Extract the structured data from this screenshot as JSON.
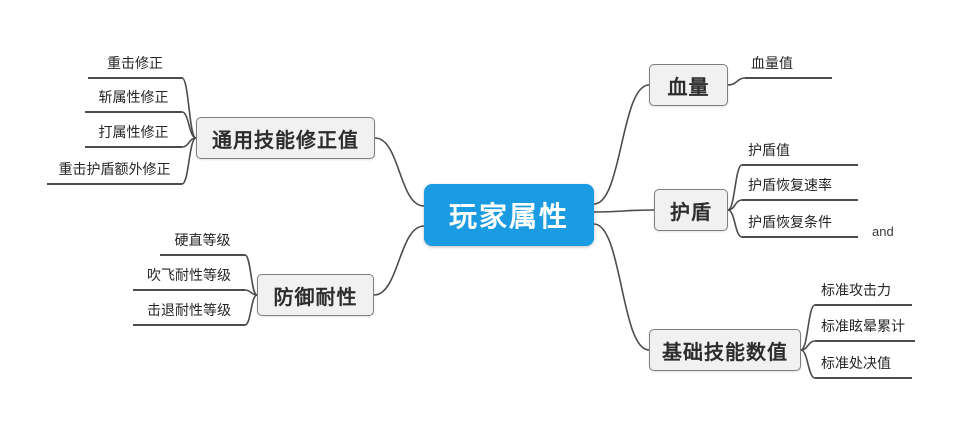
{
  "root": {
    "label": "玩家属性"
  },
  "branches": [
    {
      "label": "通用技能修正值",
      "children": [
        "重击修正",
        "斩属性修正",
        "打属性修正",
        "重击护盾额外修正"
      ]
    },
    {
      "label": "防御耐性",
      "children": [
        "硬直等级",
        "吹飞耐性等级",
        "击退耐性等级"
      ]
    },
    {
      "label": "血量",
      "children": [
        "血量值"
      ]
    },
    {
      "label": "护盾",
      "children": [
        "护盾值",
        "护盾恢复速率",
        "护盾恢复条件"
      ],
      "annotation": "and"
    },
    {
      "label": "基础技能数值",
      "children": [
        "标准攻击力",
        "标准眩晕累计",
        "标准处决值"
      ]
    }
  ],
  "colors": {
    "root_bg": "#1b9ce2",
    "root_text": "#ffffff",
    "branch_bg": "#f1f1f1",
    "branch_border": "#7f7f7f",
    "edge": "#4c4c4c"
  }
}
